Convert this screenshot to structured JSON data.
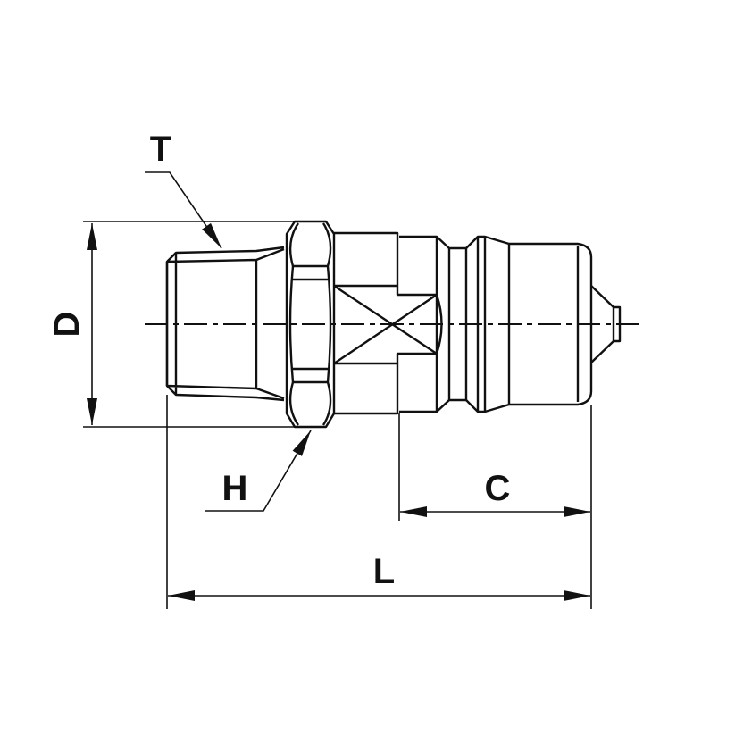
{
  "labels": {
    "T": "T",
    "D": "D",
    "H": "H",
    "C": "C",
    "L": "L"
  },
  "colors": {
    "line": "#111111",
    "background": "#ffffff"
  }
}
